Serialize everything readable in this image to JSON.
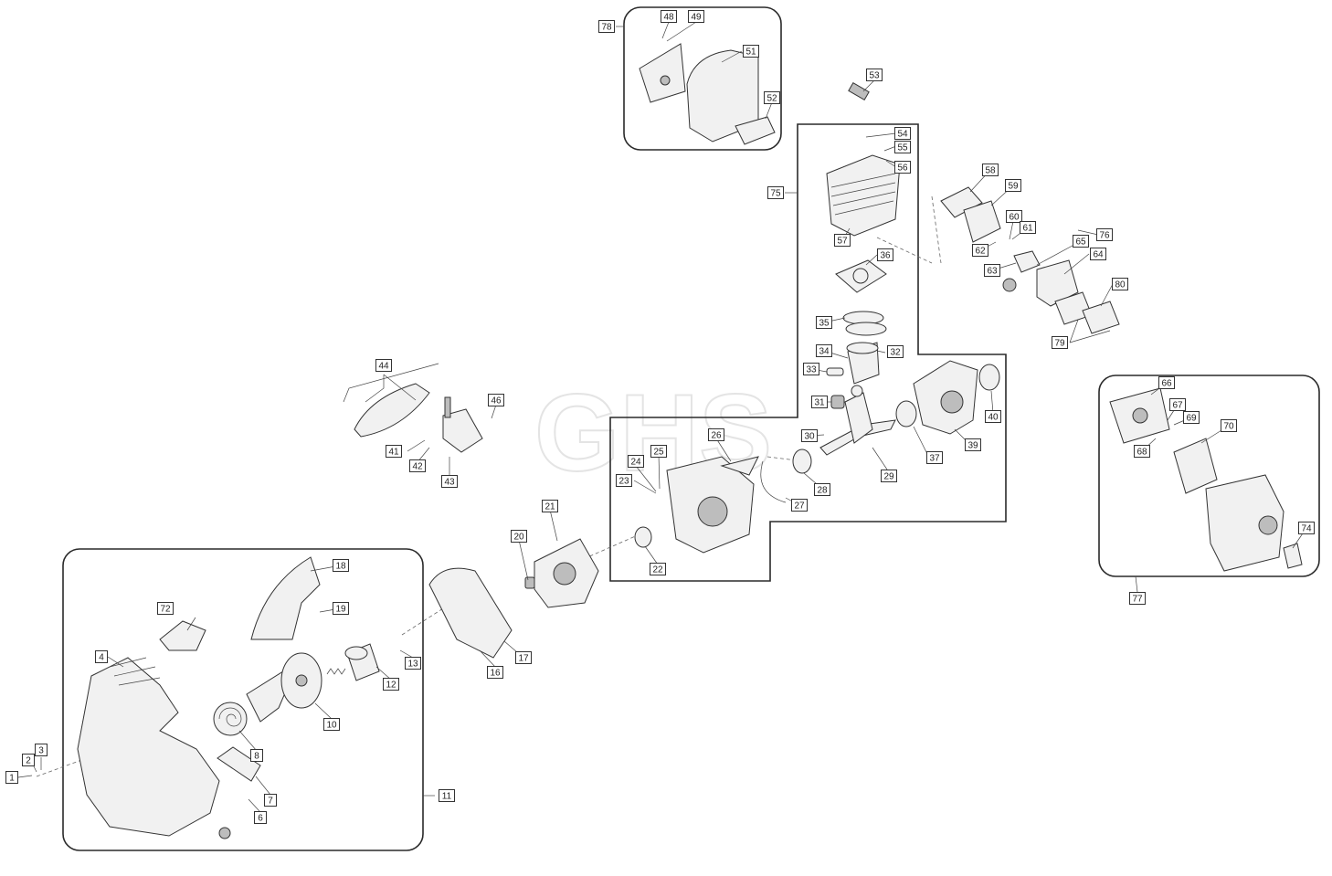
{
  "watermark": "GHS",
  "callouts": [
    "1",
    "2",
    "3",
    "4",
    "6",
    "7",
    "8",
    "10",
    "11",
    "12",
    "13",
    "16",
    "17",
    "18",
    "19",
    "20",
    "21",
    "22",
    "23",
    "24",
    "25",
    "26",
    "27",
    "28",
    "29",
    "30",
    "31",
    "32",
    "33",
    "34",
    "35",
    "36",
    "37",
    "39",
    "40",
    "41",
    "42",
    "43",
    "44",
    "46",
    "48",
    "49",
    "51",
    "52",
    "53",
    "54",
    "55",
    "56",
    "57",
    "58",
    "59",
    "60",
    "61",
    "62",
    "63",
    "64",
    "65",
    "66",
    "67",
    "68",
    "69",
    "70",
    "72",
    "74",
    "75",
    "76",
    "77",
    "78",
    "79",
    "80"
  ]
}
